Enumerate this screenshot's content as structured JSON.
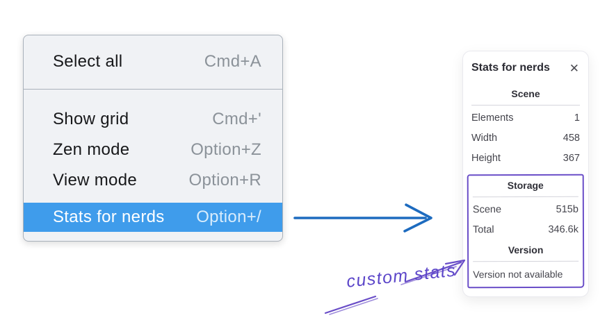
{
  "context_menu": {
    "groups": [
      {
        "items": [
          {
            "label": "Select all",
            "shortcut": "Cmd+A",
            "highlighted": false
          }
        ]
      },
      {
        "items": [
          {
            "label": "Show grid",
            "shortcut": "Cmd+'",
            "highlighted": false
          },
          {
            "label": "Zen mode",
            "shortcut": "Option+Z",
            "highlighted": false
          },
          {
            "label": "View mode",
            "shortcut": "Option+R",
            "highlighted": false
          },
          {
            "label": "Stats for nerds",
            "shortcut": "Option+/",
            "highlighted": true
          }
        ]
      }
    ]
  },
  "stats_panel": {
    "title": "Stats for nerds",
    "close_icon": "✕",
    "sections": [
      {
        "heading": "Scene",
        "rows": [
          {
            "label": "Elements",
            "value": "1"
          },
          {
            "label": "Width",
            "value": "458"
          },
          {
            "label": "Height",
            "value": "367"
          }
        ]
      },
      {
        "heading": "Storage",
        "rows": [
          {
            "label": "Scene",
            "value": "515b"
          },
          {
            "label": "Total",
            "value": "346.6k"
          }
        ]
      },
      {
        "heading": "Version",
        "rows": [],
        "note": "Version not available"
      }
    ]
  },
  "annotations": {
    "label": "custom stats",
    "blue_arrow": "arrow-right-icon",
    "purple_arrow": "arrow-up-right-icon"
  },
  "colors": {
    "menu_highlight": "#3f9ceb",
    "arrow_blue": "#1d6bbf",
    "annotation_purple": "#6a4ec8",
    "label_purple": "#5b45c9"
  }
}
